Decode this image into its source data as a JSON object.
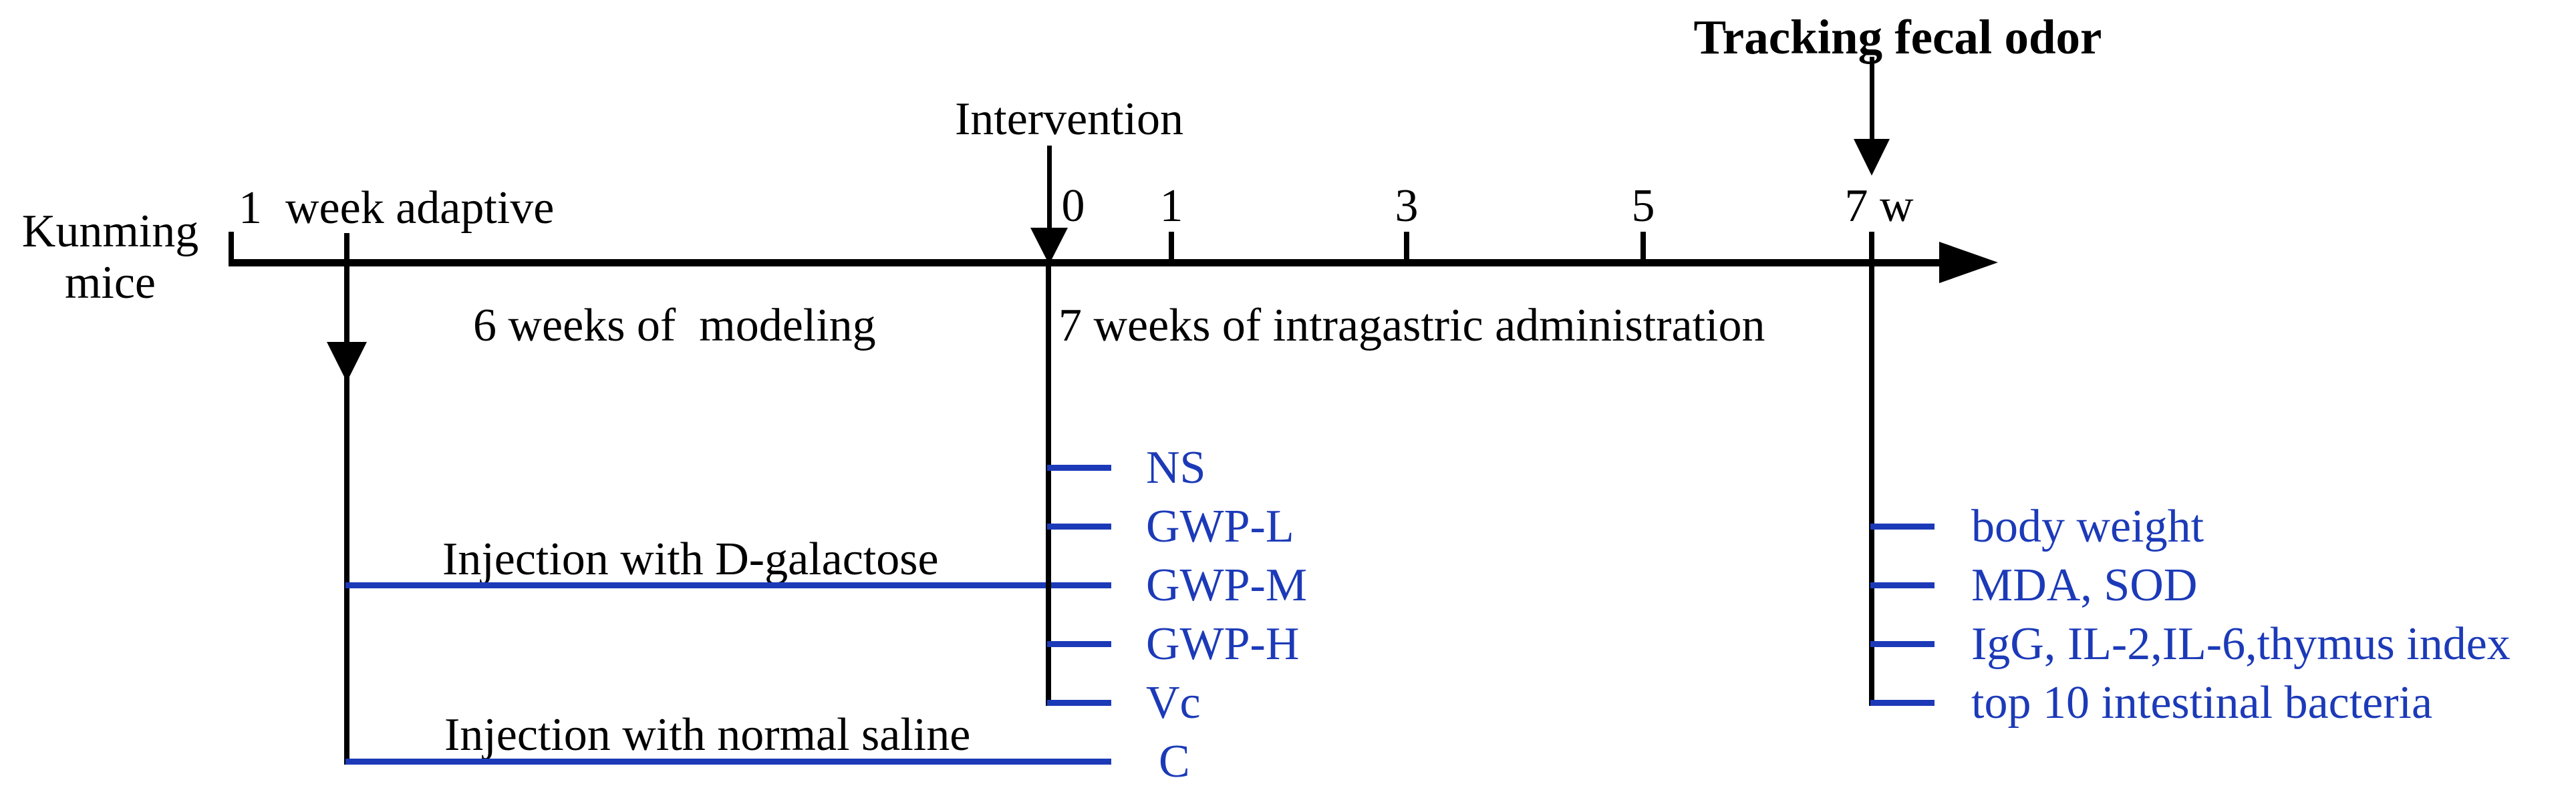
{
  "colors": {
    "accent_blue": "#1C3AB8",
    "ink_black": "#000000",
    "background": "#FFFFFF"
  },
  "header": {
    "tracking_title": "Tracking fecal odor",
    "intervention_label": "Intervention"
  },
  "subject": {
    "line1": "Kunming",
    "line2": "mice"
  },
  "timeline": {
    "adaptive_label": "1  week adaptive",
    "axis_unit": "w",
    "week_ticks": [
      {
        "label": "0"
      },
      {
        "label": "1"
      },
      {
        "label": "3"
      },
      {
        "label": "5"
      },
      {
        "label": "7 w"
      }
    ]
  },
  "phases": {
    "modeling": "6 weeks of  modeling",
    "administration": "7 weeks of intragastric administration"
  },
  "injections": {
    "d_galactose": "Injection with D-galactose",
    "normal_saline": "Injection with normal saline"
  },
  "groups": [
    {
      "label": "NS"
    },
    {
      "label": "GWP-L"
    },
    {
      "label": "GWP-M"
    },
    {
      "label": "GWP-H"
    },
    {
      "label": "Vc"
    },
    {
      "label": "C"
    }
  ],
  "outcomes": [
    {
      "label": "body weight"
    },
    {
      "label": "MDA, SOD"
    },
    {
      "label": "IgG, IL-2,IL-6,thymus index"
    },
    {
      "label": "top 10 intestinal bacteria"
    }
  ]
}
